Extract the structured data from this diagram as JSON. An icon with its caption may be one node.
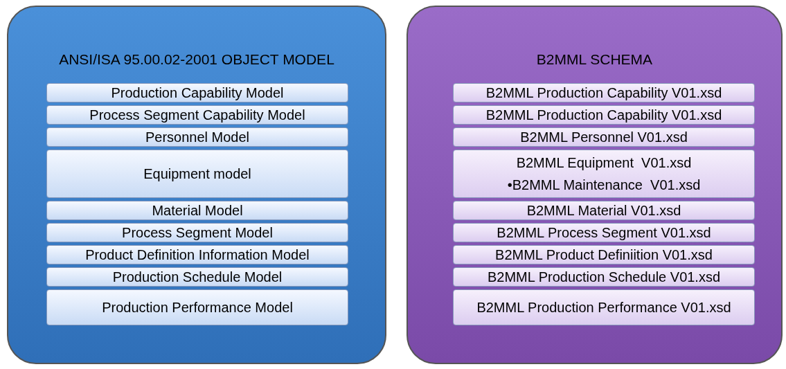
{
  "diagram": {
    "nodes": [
      {
        "text": [
          "ANSI/ISA 95.00.02-2001 OBJECT MODEL"
        ]
      },
      {
        "text": [
          "Production Capability Model"
        ],
        "in": 0
      },
      {
        "text": [
          "Process Segment Capability Model"
        ],
        "in": 0
      },
      {
        "text": [
          "Personnel Model"
        ],
        "in": 0
      },
      {
        "text": [
          "Equipment model"
        ],
        "in": 0
      },
      {
        "text": [
          "Material Model"
        ],
        "in": 0
      },
      {
        "text": [
          "Process Segment Model"
        ],
        "in": 0
      },
      {
        "text": [
          "Product Definition Information Model"
        ],
        "in": 0
      },
      {
        "text": [
          "Production Schedule Model"
        ],
        "in": 0
      },
      {
        "text": [
          "Production Performance Model"
        ],
        "in": 0
      },
      {
        "text": [
          "B2MML SCHEMA"
        ]
      },
      {
        "text": [
          "B2MML Production Capability V01.xsd"
        ],
        "in": 10
      },
      {
        "text": [
          "B2MML Production Capability V01.xsd"
        ],
        "in": 10
      },
      {
        "text": [
          "B2MML Personnel V01.xsd"
        ],
        "in": 10
      },
      {
        "text": [
          "B2MML Equipment  V01.xsd",
          "•B2MML Maintenance  V01.xsd"
        ],
        "in": 10
      },
      {
        "text": [
          "B2MML Material V01.xsd"
        ],
        "in": 10
      },
      {
        "text": [
          "B2MML Process Segment V01.xsd"
        ],
        "in": 10
      },
      {
        "text": [
          "B2MML Product Definiition V01.xsd"
        ],
        "in": 10
      },
      {
        "text": [
          "B2MML Production Schedule V01.xsd"
        ],
        "in": 10
      },
      {
        "text": [
          "B2MML Production Performance V01.xsd"
        ],
        "in": 10
      }
    ]
  }
}
